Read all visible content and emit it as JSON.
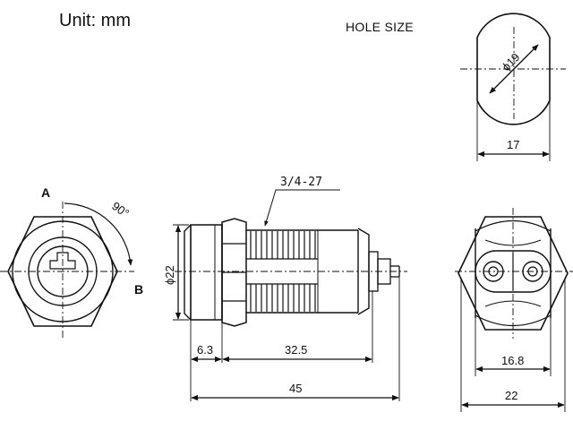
{
  "header": {
    "unit_label": "Unit: mm",
    "hole_size_label": "HOLE SIZE"
  },
  "front_view": {
    "label_a": "A",
    "label_b": "B",
    "rotation": "90°"
  },
  "side_view": {
    "thread": "3/4-27",
    "diameter": "ϕ22",
    "dim_head": "6.3",
    "dim_body": "32.5",
    "dim_total": "45"
  },
  "rear_view": {
    "dim_inner": "16.8",
    "dim_outer": "22"
  },
  "hole_view": {
    "diameter": "ϕ19",
    "flat_width": "17"
  }
}
